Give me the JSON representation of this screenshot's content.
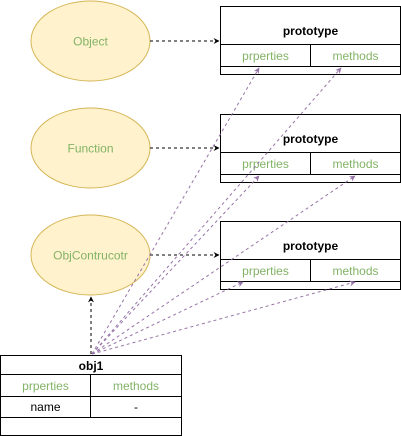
{
  "diagram": {
    "nodes": {
      "object": {
        "label": "Object"
      },
      "function": {
        "label": "Function"
      },
      "objcontructor": {
        "label": "ObjContrucotr"
      }
    },
    "prototypes": [
      {
        "title": "prototype",
        "properties_label": "prperties",
        "methods_label": "methods"
      },
      {
        "title": "prototype",
        "properties_label": "prperties",
        "methods_label": "methods"
      },
      {
        "title": "prototype",
        "properties_label": "prperties",
        "methods_label": "methods"
      }
    ],
    "instance": {
      "title": "obj1",
      "properties_label": "prperties",
      "methods_label": "methods",
      "row_name": "name",
      "row_value": "-"
    },
    "colors": {
      "ellipse_fill": "#fff2cc",
      "ellipse_stroke": "#d6b656",
      "node_text": "#82b366",
      "label_text": "#82b366",
      "purple_arrow": "#9673a6",
      "black": "#000000"
    }
  }
}
